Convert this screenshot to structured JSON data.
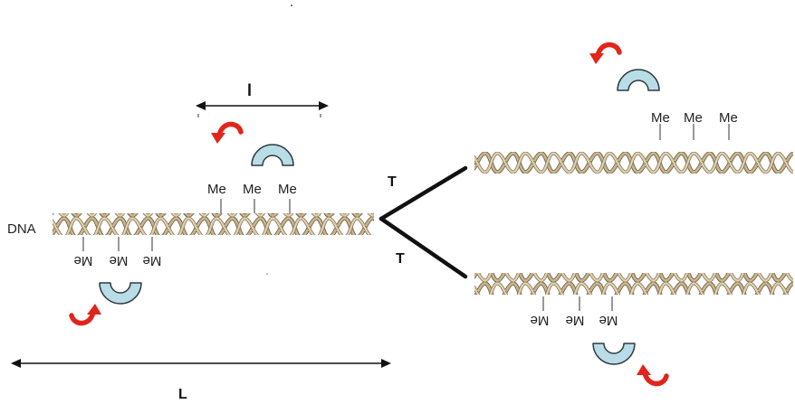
{
  "labels": {
    "dna": "DNA",
    "methyl": "Me",
    "short_length": "l",
    "long_length": "L",
    "temperature_upper": "T",
    "temperature_lower": "T"
  },
  "colors": {
    "strand_tan": "#c9b48c",
    "strand_dark": "#6e6048",
    "clamp_fill": "#b9dde6",
    "clamp_stroke": "#2f3b40",
    "arrow_red": "#e0261c",
    "line_black": "#111111"
  },
  "icons": {
    "rotation_arrow": "curved-red-arrow-icon",
    "protein_clamp": "sliding-clamp-icon"
  }
}
